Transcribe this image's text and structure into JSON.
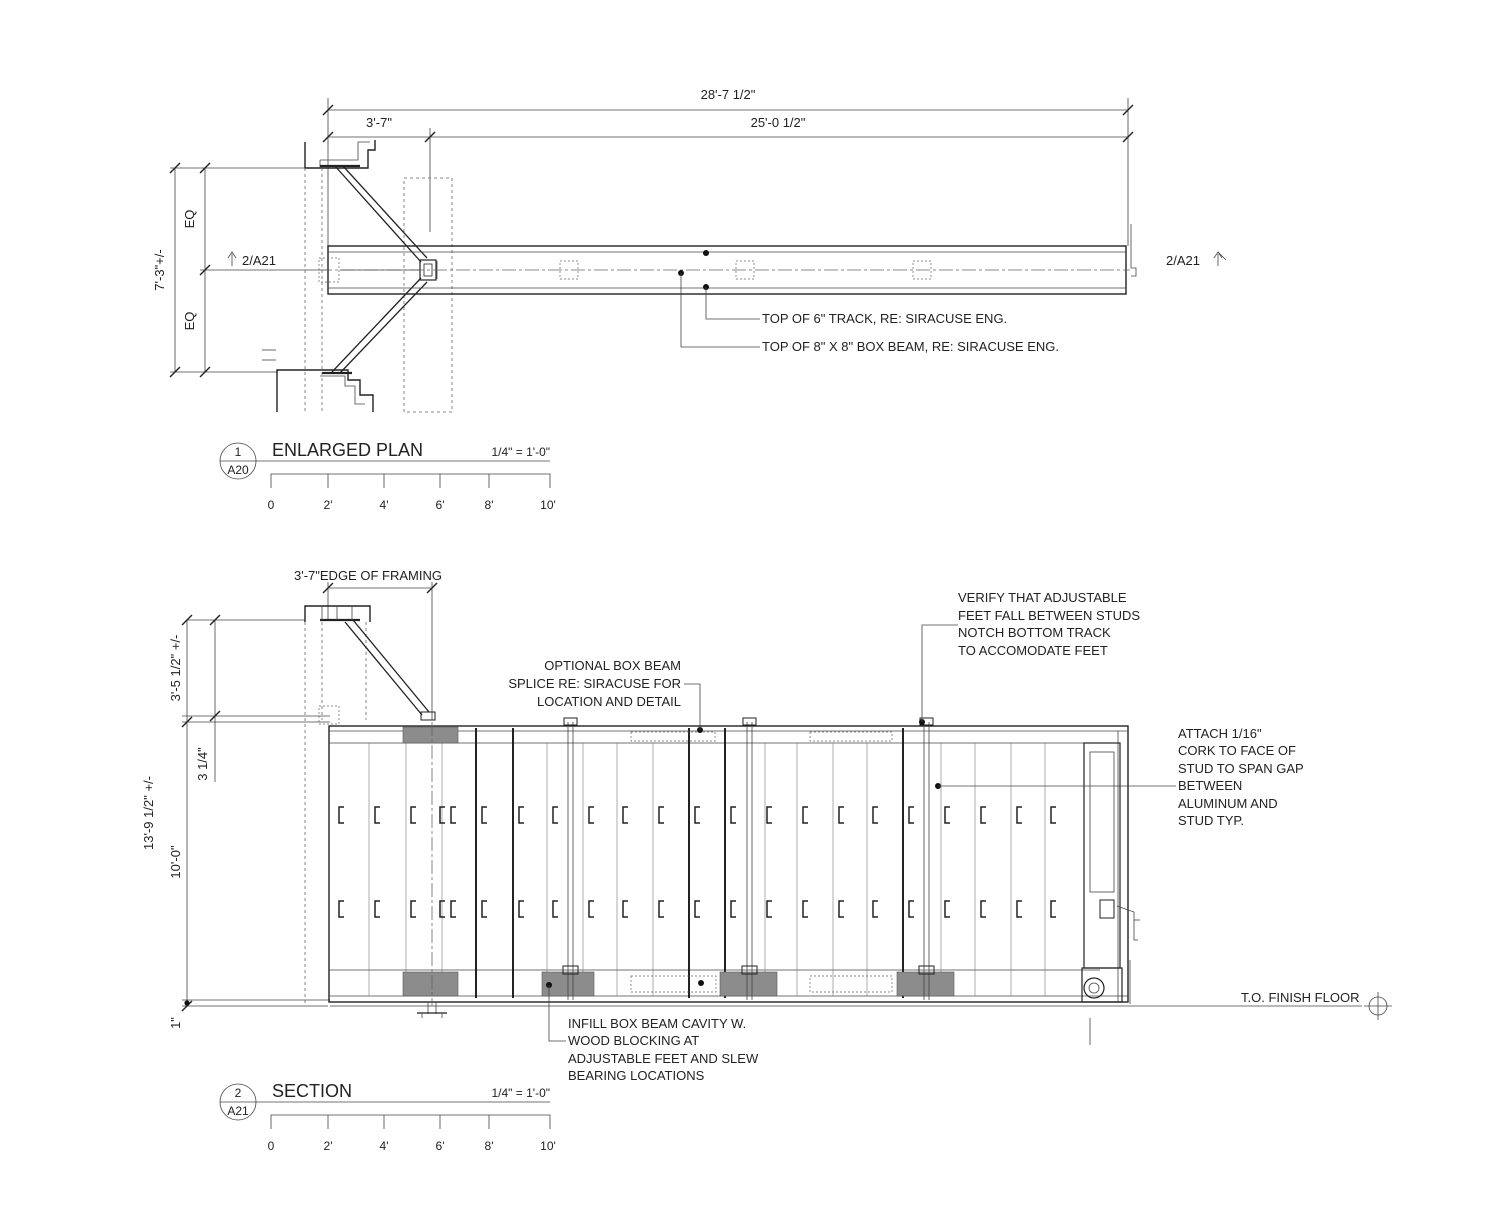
{
  "plan": {
    "dim_overall": "28'-7 1/2\"",
    "dim_left": "3'-7\"",
    "dim_right": "25'-0 1/2\"",
    "dim_height": "7'-3\"+/-",
    "dim_eq_top": "EQ",
    "dim_eq_bottom": "EQ",
    "section_mark_left": "2/A21",
    "section_mark_right": "2/A21",
    "note_track": "TOP OF 6\" TRACK, RE: SIRACUSE ENG.",
    "note_beam": "TOP OF 8\" X 8\" BOX BEAM, RE: SIRACUSE ENG.",
    "title": {
      "number": "1",
      "sheet": "A20",
      "name": "ENLARGED PLAN",
      "scale": "1/4\" = 1'-0\""
    },
    "scale_bar": [
      "0",
      "2'",
      "4'",
      "6'",
      "8'",
      "10'"
    ]
  },
  "section": {
    "dim_top_label": "3'-7\"EDGE OF FRAMING",
    "dim_overall": "13'-9 1/2\" +/-",
    "dim_upper": "3'-5 1/2\" +/-",
    "dim_small": "3 1/4\"",
    "dim_main": "10'-0\"",
    "dim_bottom": "1\"",
    "note_verify": [
      "VERIFY THAT ADJUSTABLE",
      "FEET FALL BETWEEN STUDS",
      "NOTCH BOTTOM TRACK",
      "TO ACCOMODATE FEET"
    ],
    "note_splice": [
      "OPTIONAL BOX BEAM",
      "SPLICE RE: SIRACUSE FOR",
      "LOCATION AND DETAIL"
    ],
    "note_cork": [
      "ATTACH 1/16\"",
      "CORK TO FACE OF",
      "STUD TO SPAN GAP",
      "BETWEEN",
      "ALUMINUM AND",
      "STUD TYP."
    ],
    "note_infill": [
      "INFILL BOX BEAM CAVITY W.",
      "WOOD BLOCKING AT",
      "ADJUSTABLE FEET AND SLEW",
      "BEARING LOCATIONS"
    ],
    "note_floor": "T.O. FINISH FLOOR",
    "title": {
      "number": "2",
      "sheet": "A21",
      "name": "SECTION",
      "scale": "1/4\" = 1'-0\""
    },
    "scale_bar": [
      "0",
      "2'",
      "4'",
      "6'",
      "8'",
      "10'"
    ]
  }
}
